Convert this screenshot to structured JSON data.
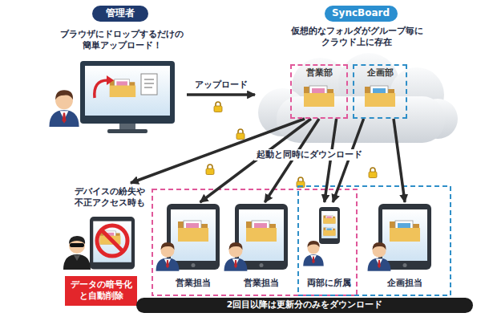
{
  "diagram": {
    "nodes": [
      {
        "text": [
          "管理者"
        ]
      },
      {
        "text": [
          "SyncBoard"
        ]
      },
      {
        "text": [
          "ブラウザにドロップするだけの 簡単アップロード！"
        ]
      },
      {
        "text": [
          "仮想的なフォルダがグループ毎に クラウド上に存在"
        ]
      },
      {
        "text": [
          "営業部"
        ],
        "in": 3
      },
      {
        "text": [
          "企画部"
        ],
        "in": 3
      },
      {
        "text": [
          "デバイスの紛失や 不正アクセス時も"
        ]
      },
      {
        "text": [
          "データの暗号化 と自動削除"
        ]
      },
      {
        "text": [
          "営業担当"
        ]
      },
      {
        "text": [
          "営業担当"
        ]
      },
      {
        "text": [
          "両部に所属"
        ]
      },
      {
        "text": [
          "企画担当"
        ]
      },
      {
        "text": [
          "2回目以降は更新分のみをダウンロード"
        ]
      }
    ],
    "edges": [
      {
        "from": 2,
        "to": 3,
        "arrow": "to",
        "label": "アップロード"
      },
      {
        "from": 4,
        "to": 6,
        "arrow": "to"
      },
      {
        "from": 4,
        "to": 8,
        "arrow": "to"
      },
      {
        "from": 4,
        "to": 9,
        "arrow": "to"
      },
      {
        "from": 4,
        "to": 10,
        "arrow": "to"
      },
      {
        "from": 5,
        "to": 10,
        "arrow": "to"
      },
      {
        "from": 5,
        "to": 11,
        "arrow": "to"
      }
    ],
    "labels": [
      "起動と同時にダウンロード"
    ]
  }
}
